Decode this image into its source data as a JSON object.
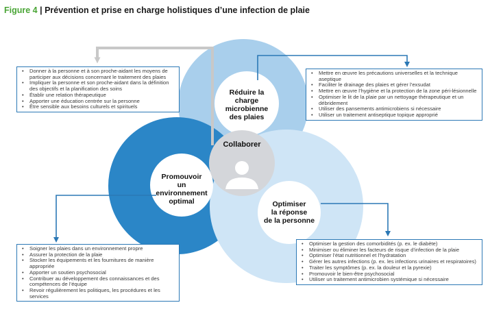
{
  "title": {
    "figure": "Figure 4",
    "separator": "|",
    "text": "Prévention et prise en charge holistiques d’une infection de plaie"
  },
  "colors": {
    "circle_top": "#a9cfec",
    "circle_left": "#2b86c7",
    "circle_right": "#cfe5f6",
    "center": "#d4d6da",
    "arrow": "#2b78b5",
    "arrow_grey": "#c8c8c8",
    "title_accent": "#4aa536"
  },
  "circles": {
    "top": {
      "line1": "Réduire la",
      "line2": "charge",
      "line3": "microbienne",
      "line4": "des plaies"
    },
    "left": {
      "line1": "Promouvoir",
      "line2": "un",
      "line3": "environnement",
      "line4": "optimal"
    },
    "right": {
      "line1": "Optimiser",
      "line2": "la réponse",
      "line3": "de la personne"
    },
    "center": {
      "label": "Collaborer",
      "icon": "person-icon"
    }
  },
  "boxes": {
    "top_left": [
      "Donner à la personne et à son proche-aidant les moyens de participer aux décisions concernant le traitement des plaies",
      "Impliquer la personne et son proche-aidant dans la définition des objectifs et la planification des soins",
      "Établir une relation thérapeutique",
      "Apporter une éducation centrée sur la personne",
      "Être sensible aux besoins culturels et spirituels"
    ],
    "top_right": [
      "Mettre en œuvre les précautions universelles et la technique aseptique",
      "Faciliter le drainage des plaies et gérer l’exsudat",
      "Mettre en œuvre l’hygiène et la protection de la zone péri-lésionnelle",
      "Optimiser le lit de la plaie par un nettoyage thérapeutique et un débridement",
      "Utiliser des pansements antimicrobiens si nécessaire",
      "Utiliser un traitement antiseptique topique approprié"
    ],
    "bottom_left": [
      "Soigner les plaies dans un environnement propre",
      "Assurer la protection de la plaie",
      "Stocker les équipements et les fournitures de manière appropriée",
      "Apporter un soutien psychosocial",
      "Contribuer au développement des connaissances et des compétences de l’équipe",
      "Revoir régulièrement les politiques, les procédures et les services"
    ],
    "bottom_right": [
      "Optimiser la gestion des comorbidités (p. ex. le diabète)",
      "Minimiser ou éliminer les facteurs de risque d’infection de la plaie",
      "Optimiser l’état nutritionnel et l’hydratation",
      "Gérer les autres infections (p. ex. les infections urinaires et respiratoires)",
      "Traiter les symptômes (p. ex. la douleur et la pyrexie)",
      "Promouvoir le bien-être psychosocial",
      "Utiliser un traitement antimicrobien systémique si nécessaire"
    ]
  }
}
